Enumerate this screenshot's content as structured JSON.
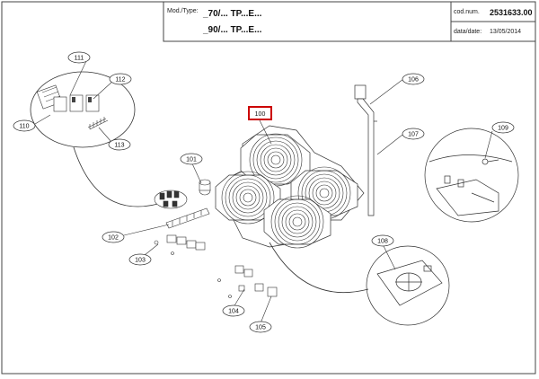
{
  "header": {
    "mod_label": "Mod./Type:",
    "mod_line1": "_70/... TP...E...",
    "mod_line2": "_90/... TP...E...",
    "cod_label": "cod.num.",
    "cod_value": "2531633.00",
    "date_label": "data/date:",
    "date_value": "13/05/2014"
  },
  "callouts": {
    "c100": "100",
    "c101": "101",
    "c102": "102",
    "c103": "103",
    "c104": "104",
    "c105": "105",
    "c106": "106",
    "c107": "107",
    "c108": "108",
    "c109": "109",
    "c110": "110",
    "c111": "111",
    "c112": "112",
    "c113": "113"
  },
  "colors": {
    "line": "#333333",
    "highlight": "#cc0000"
  }
}
